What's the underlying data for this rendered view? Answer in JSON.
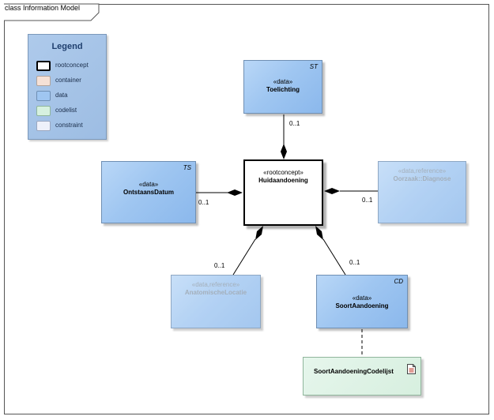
{
  "frame": {
    "title": "class Information Model"
  },
  "legend": {
    "title": "Legend",
    "items": [
      {
        "label": "rootconcept",
        "color": "#ffffff",
        "border": "#000000"
      },
      {
        "label": "container",
        "color": "#f6e1d6",
        "border": "#b3a39a"
      },
      {
        "label": "data",
        "color": "#9fc6f1",
        "border": "#6f8fb3"
      },
      {
        "label": "codelist",
        "color": "#d6f1df",
        "border": "#8fb59b"
      },
      {
        "label": "constraint",
        "color": "#eef1fa",
        "border": "#9aa7c0"
      }
    ]
  },
  "classes": {
    "root": {
      "stereotype": "«rootconcept»",
      "name": "Huidaandoening"
    },
    "toelichting": {
      "stereotype": "«data»",
      "name": "Toelichting",
      "tag": "ST"
    },
    "ontstaansdatum": {
      "stereotype": "«data»",
      "name": "OntstaansDatum",
      "tag": "TS"
    },
    "oorzaak": {
      "stereotype": "«data,reference»",
      "name": "Oorzaak::Diagnose"
    },
    "anatomischelocatie": {
      "stereotype": "«data,reference»",
      "name": "AnatomischeLocatie"
    },
    "soortaandoening": {
      "stereotype": "«data»",
      "name": "SoortAandoening",
      "tag": "CD"
    },
    "codelijst": {
      "name": "SoortAandoeningCodelijst"
    }
  },
  "multiplicities": {
    "toelichting": "0..1",
    "ontstaansdatum": "0..1",
    "oorzaak": "0..1",
    "anatomischelocatie": "0..1",
    "soortaandoening": "0..1"
  }
}
